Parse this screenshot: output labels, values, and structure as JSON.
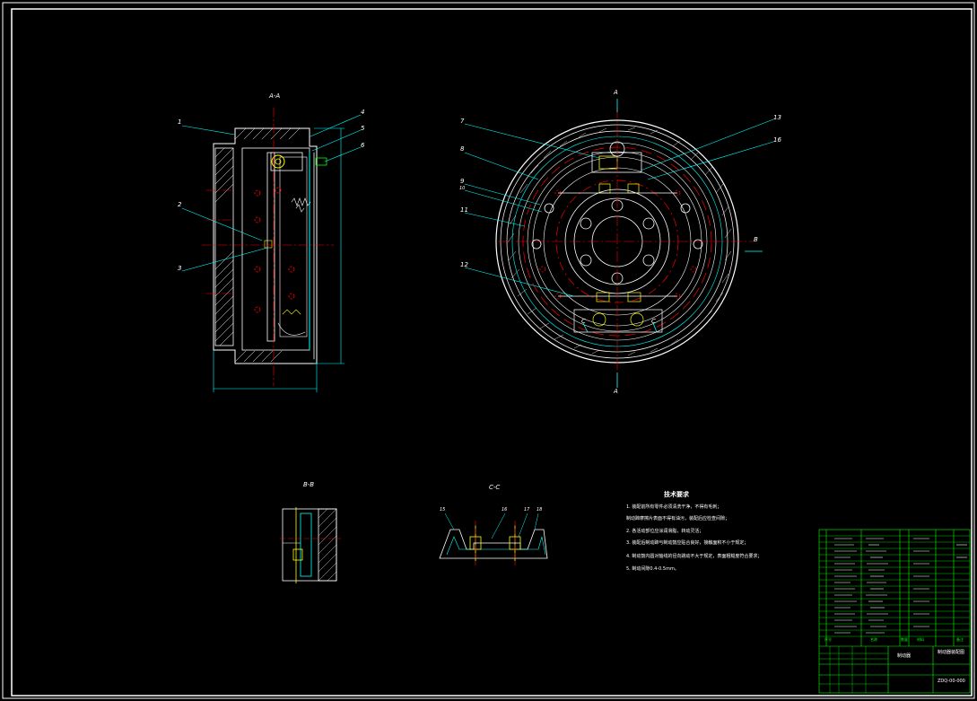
{
  "section_labels": {
    "aa": "A-A",
    "bb": "B-B",
    "cc": "C-C",
    "a_top": "A",
    "a_bottom": "A",
    "b_right": "B",
    "c_left": "C",
    "c_right": "C"
  },
  "leaders_left": [
    "1",
    "2",
    "3",
    "4",
    "5",
    "6"
  ],
  "leaders_right": [
    "7",
    "8",
    "9",
    "10",
    "11",
    "12",
    "13",
    "16"
  ],
  "leaders_cc": [
    "15",
    "16",
    "17",
    "18"
  ],
  "tech_notes": {
    "title": "技术要求",
    "lines": [
      "1. 装配前所有零件必须清洗干净，不得有毛刺；",
      "   制动蹄摩擦片表面不得有油污，装配后应检查间隙；",
      "2. 各活动部位应涂润滑脂，转动灵活；",
      "3. 装配后制动蹄与制动鼓应贴合良好，接触面积不小于规定；",
      "4. 制动鼓内圆对轴线的径向跳动不大于规定，表面粗糙度符合要求；",
      "5. 制动间隙0.4-0.5mm。"
    ]
  },
  "title_block": {
    "drawing_title": "制动器装配图",
    "drawing_no": "ZDQ-00-000",
    "part_name": "制动器",
    "header_cols": [
      "序号",
      "名称",
      "数量",
      "材料",
      "备注"
    ]
  }
}
